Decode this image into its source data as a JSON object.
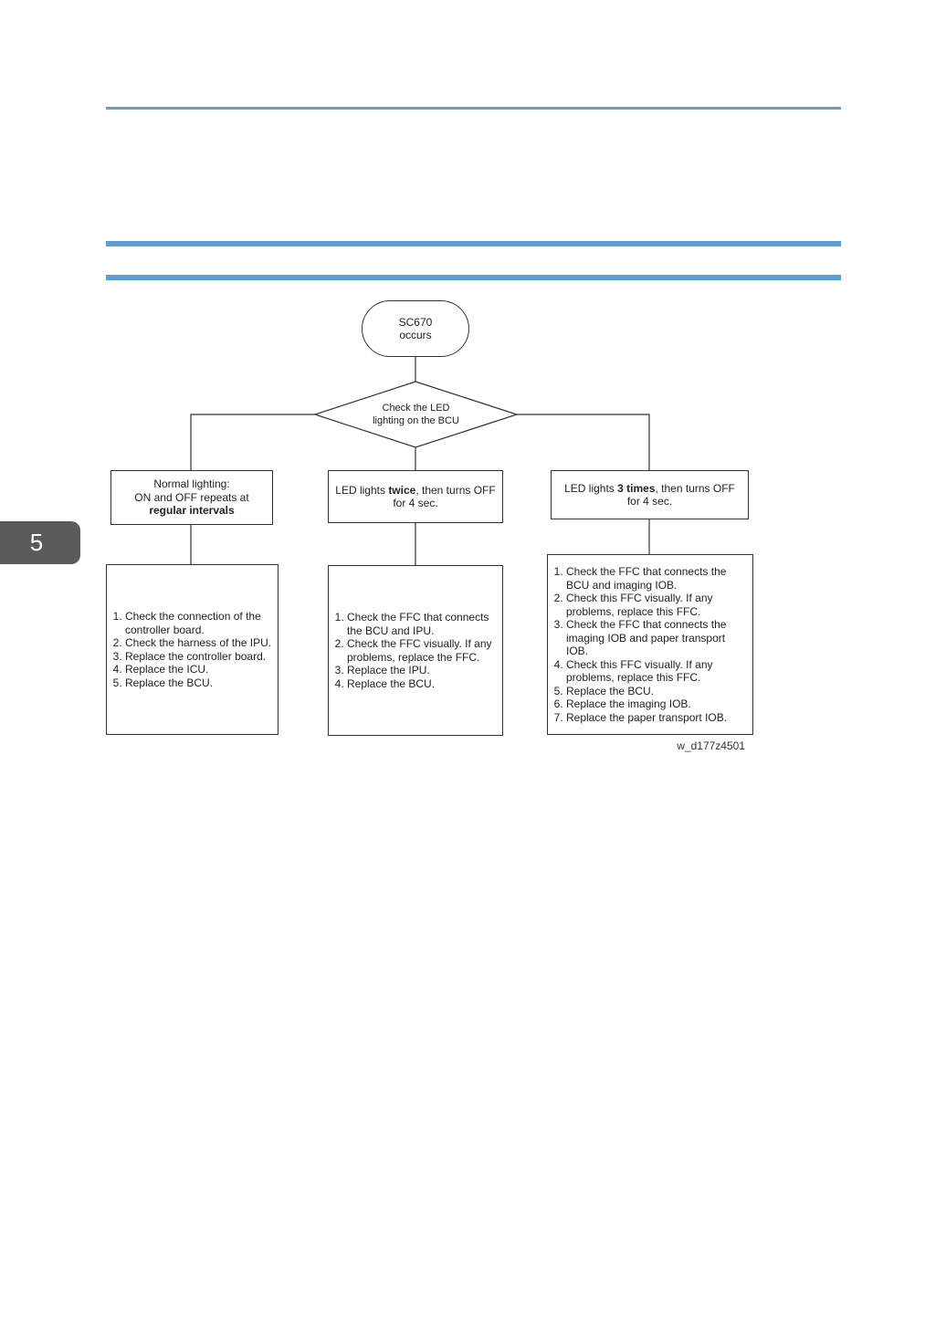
{
  "chapter_tab": "5",
  "figure_id": "w_d177z4501",
  "flowchart": {
    "start": {
      "line1": "SC670",
      "line2": "occurs"
    },
    "decision": {
      "line1": "Check the LED",
      "line2": "lighting on the BCU"
    },
    "branches": [
      {
        "condition": {
          "line1": "Normal lighting:",
          "line2": "ON and OFF repeats at",
          "line3_bold": "regular intervals"
        },
        "steps": [
          "Check the connection of the controller board.",
          "Check the harness of the IPU.",
          "Replace the controller board.",
          "Replace the ICU.",
          "Replace the BCU."
        ]
      },
      {
        "condition": {
          "prefix": "LED lights ",
          "bold": "twice",
          "suffix": ", then turns OFF for 4 sec."
        },
        "steps": [
          "Check the FFC that connects the BCU and IPU.",
          "Check the FFC visually. If any problems, replace the FFC.",
          "Replace the IPU.",
          "Replace the BCU."
        ]
      },
      {
        "condition": {
          "prefix": "LED lights ",
          "bold": "3 times",
          "suffix": ", then turns OFF for 4 sec."
        },
        "steps": [
          "Check the FFC that connects the BCU and imaging IOB.",
          "Check this FFC visually. If any problems, replace this FFC.",
          "Check the FFC that connects the imaging IOB and paper transport IOB.",
          "Check this FFC visually. If any problems, replace this FFC.",
          "Replace the BCU.",
          "Replace the imaging IOB.",
          "Replace the paper transport IOB."
        ]
      }
    ]
  }
}
